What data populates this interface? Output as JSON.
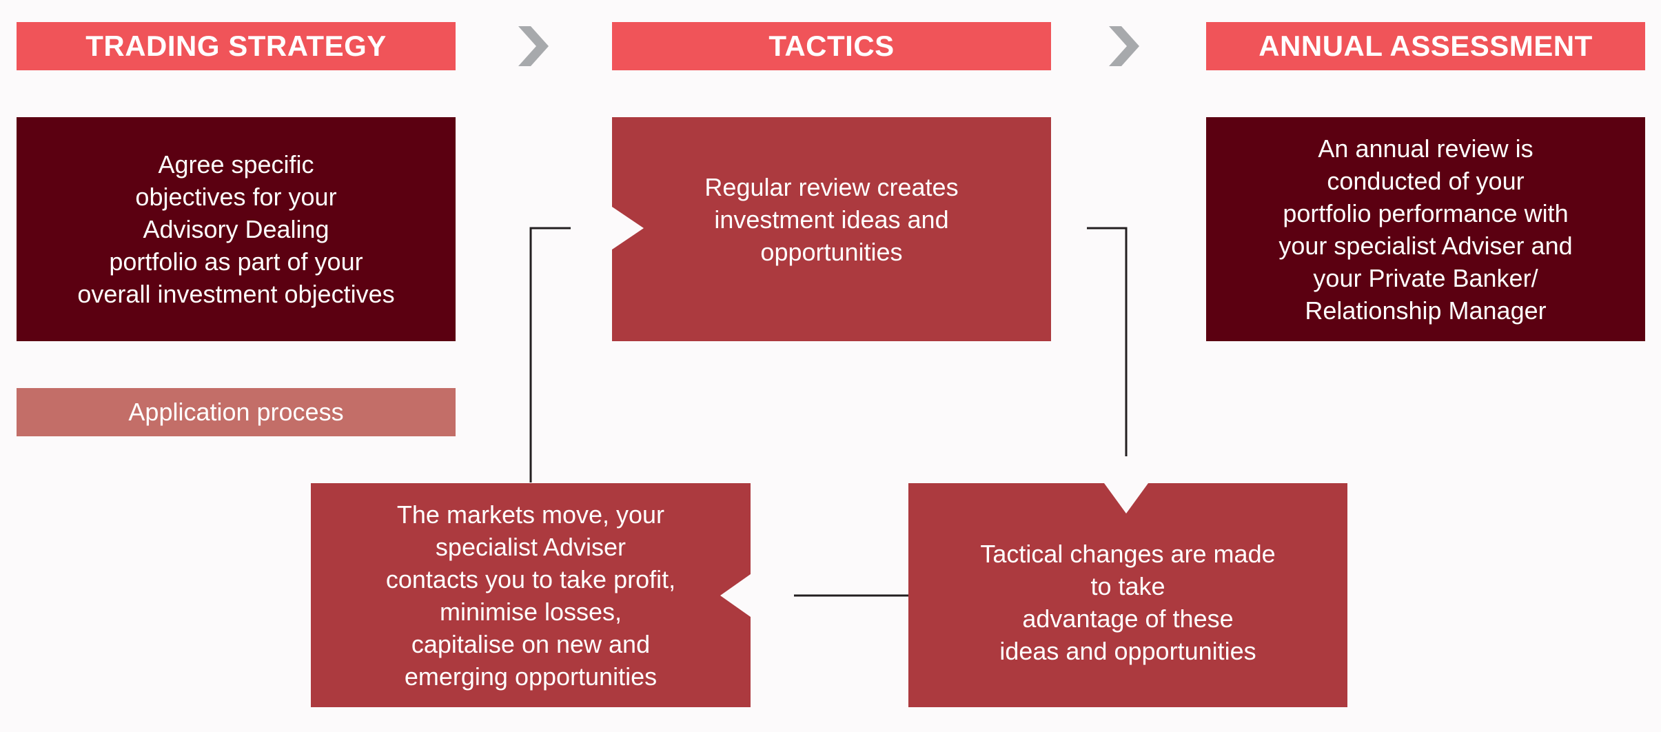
{
  "headers": {
    "trading_strategy": "TRADING STRATEGY",
    "tactics": "TACTICS",
    "annual_assessment": "ANNUAL ASSESSMENT"
  },
  "boxes": {
    "strategy_text": "Agree specific\nobjectives  for your\nAdvisory Dealing\nportfolio as part of your\noverall investment objectives",
    "tactics_text": "Regular review creates\ninvestment ideas and\nopportunities",
    "annual_text": "An annual review is\nconducted of your\nportfolio performance with\nyour specialist Adviser and\nyour Private Banker/\nRelationship Manager",
    "application_process": "Application process",
    "markets_move_text": "The markets move, your\nspecialist Adviser\ncontacts you to take profit,\nminimise losses,\ncapitalise on new and\nemerging opportunities",
    "tactical_changes_text": "Tactical changes are made\nto take\nadvantage of these\nideas and opportunities"
  },
  "colors": {
    "header": "#f05459",
    "dark_box": "#5b0011",
    "mid_box": "#ac3a3f",
    "pink_box": "#c36e68",
    "chevron": "#a7a9ac",
    "connector": "#231f20"
  },
  "icons": {
    "chevron_1": "chevron-right-icon",
    "chevron_2": "chevron-right-icon"
  }
}
